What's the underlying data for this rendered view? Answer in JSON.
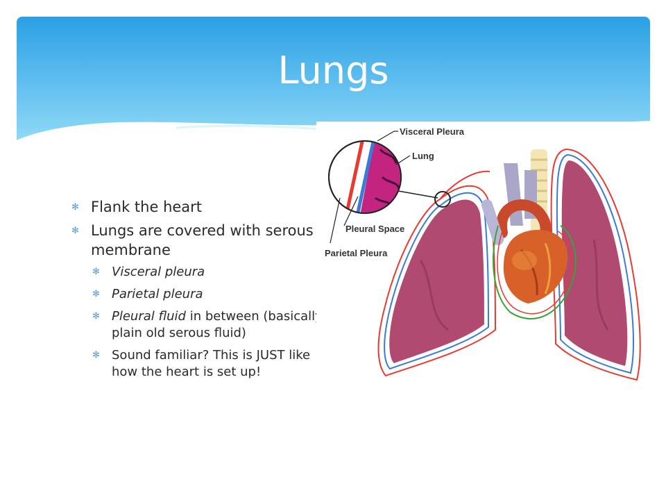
{
  "slide": {
    "title": "Lungs",
    "bullets": [
      {
        "level": 1,
        "segments": [
          {
            "text": "Flank the heart",
            "italic": false
          }
        ]
      },
      {
        "level": 1,
        "segments": [
          {
            "text": "Lungs are covered with serous membrane",
            "italic": false
          }
        ]
      },
      {
        "level": 2,
        "segments": [
          {
            "text": "Visceral pleura",
            "italic": true
          }
        ]
      },
      {
        "level": 2,
        "segments": [
          {
            "text": "Parietal pleura",
            "italic": true
          }
        ]
      },
      {
        "level": 2,
        "segments": [
          {
            "text": "Pleural fluid",
            "italic": true
          },
          {
            "text": " in between (basically plain old serous fluid)",
            "italic": false
          }
        ]
      },
      {
        "level": 2,
        "segments": [
          {
            "text": "Sound familiar?  This is JUST like how the heart is set up!",
            "italic": false
          }
        ]
      }
    ],
    "bullet_glyph": "✻"
  },
  "diagram": {
    "labels": {
      "visceral": "Visceral Pleura",
      "lung": "Lung",
      "pleural_space": "Pleural Space",
      "parietal": "Parietal Pleura"
    }
  },
  "colors": {
    "banner_top": "#2aa0e4",
    "banner_bottom": "#8ed8f8",
    "bullet_mark": "#5a9bd5",
    "lung_fill": "#b04a70",
    "parietal_line": "#e83a30",
    "visceral_line": "#3a7ad8"
  }
}
